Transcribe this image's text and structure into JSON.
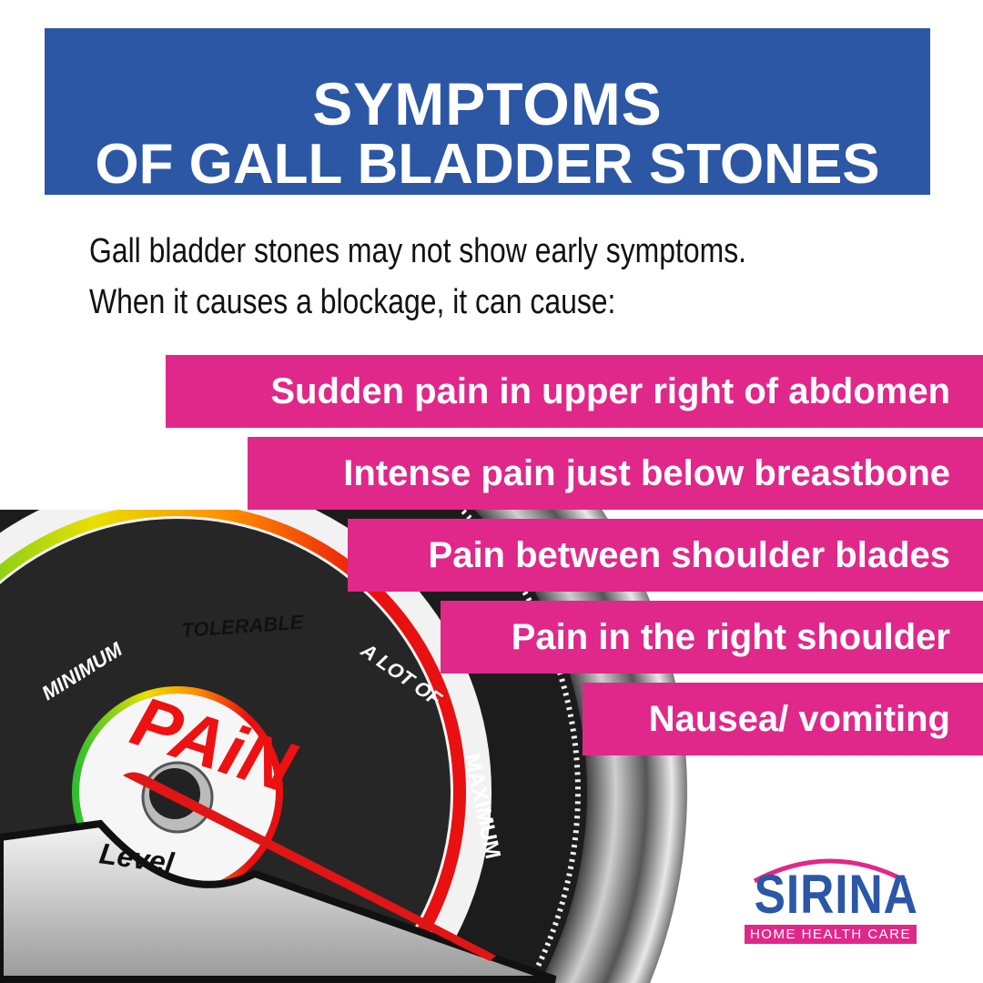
{
  "header": {
    "title_line1": "SYMPTOMS",
    "title_line2": "OF GALL BLADDER STONES",
    "background": "#2b57a5"
  },
  "intro": {
    "line1": "Gall bladder stones may not show early symptoms.",
    "line2": "When it causes a blockage, it can cause:"
  },
  "symptoms": [
    "Sudden pain in upper right of abdomen",
    "Intense pain just below breastbone",
    "Pain between shoulder blades",
    "Pain in the right shoulder",
    "Nausea/ vomiting"
  ],
  "symptom_color": "#e0288a",
  "gauge": {
    "scale_labels": [
      "MINIMUM",
      "TOLERABLE",
      "A LOT OF",
      "MAXIMUM"
    ],
    "face_label": "PAiN",
    "hub_label": "Level"
  },
  "logo": {
    "name": "SIRINA",
    "tagline": "HOME HEALTH CARE"
  }
}
